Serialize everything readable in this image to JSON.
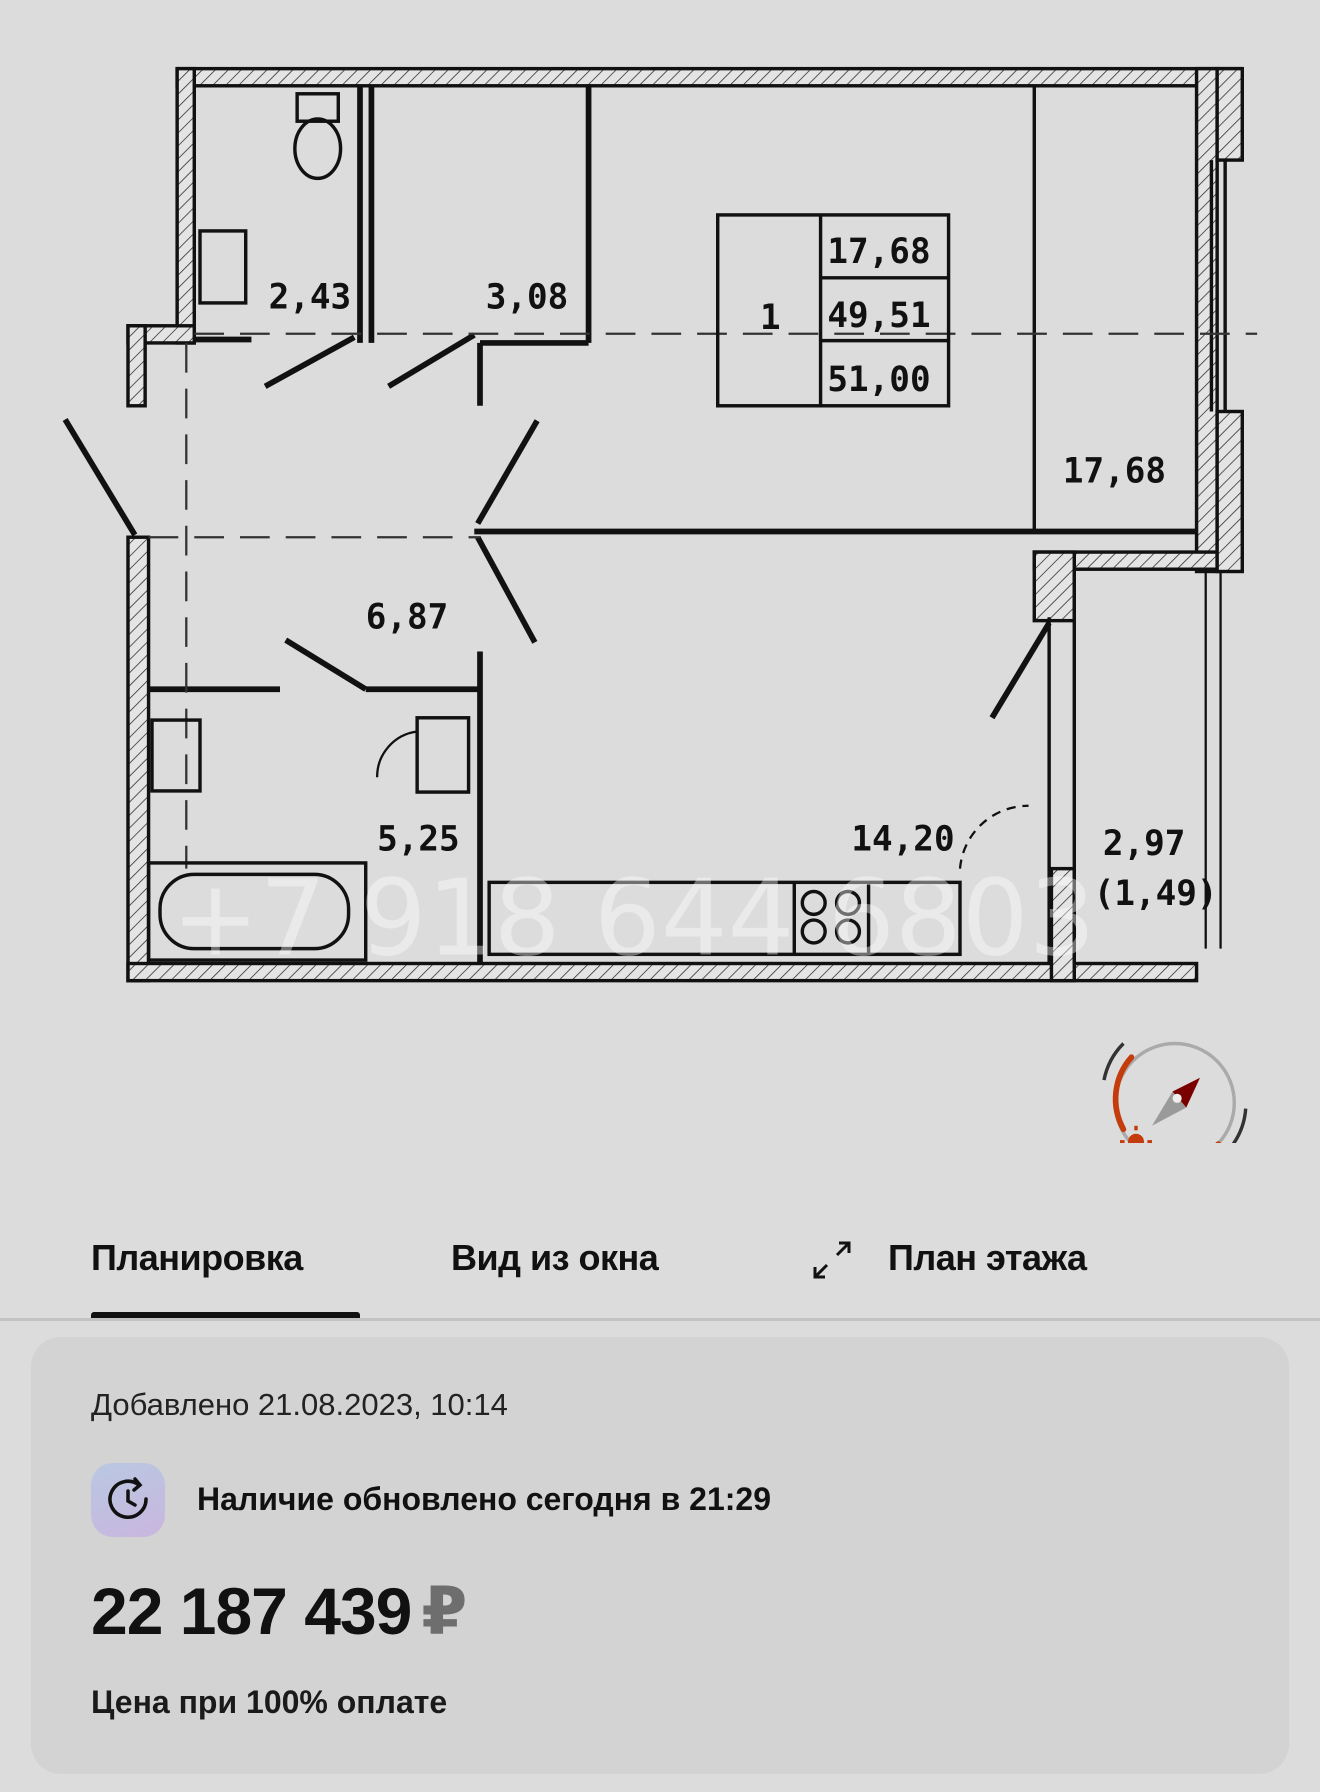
{
  "floor_plan": {
    "rooms": {
      "wc": "2,43",
      "storage": "3,08",
      "room": "17,68",
      "hall": "6,87",
      "bathroom": "5,25",
      "kitchen": "14,20",
      "balcony": "2,97",
      "balcony_reduced": "(1,49)"
    },
    "summary": {
      "rooms_count": "1",
      "living_area": "17,68",
      "total_area": "49,51",
      "total_with_balcony": "51,00"
    },
    "watermark": "+7 918 644 6803",
    "compass_icon": "compass-with-sun-icon",
    "colors": {
      "compass_accent": "#c43c0c",
      "compass_needle": "#7a0000"
    }
  },
  "tabs": [
    {
      "label": "Планировка",
      "active": true
    },
    {
      "label": "Вид из окна",
      "active": false
    },
    {
      "label": "План этажа",
      "active": false,
      "icon": "expand-icon"
    }
  ],
  "info": {
    "added": "Добавлено 21.08.2023, 10:14",
    "availability": "Наличие обновлено сегодня в 21:29",
    "availability_icon": "clock-refresh-icon",
    "price": "22 187 439",
    "currency": "₽",
    "price_note": "Цена при 100% оплате"
  }
}
